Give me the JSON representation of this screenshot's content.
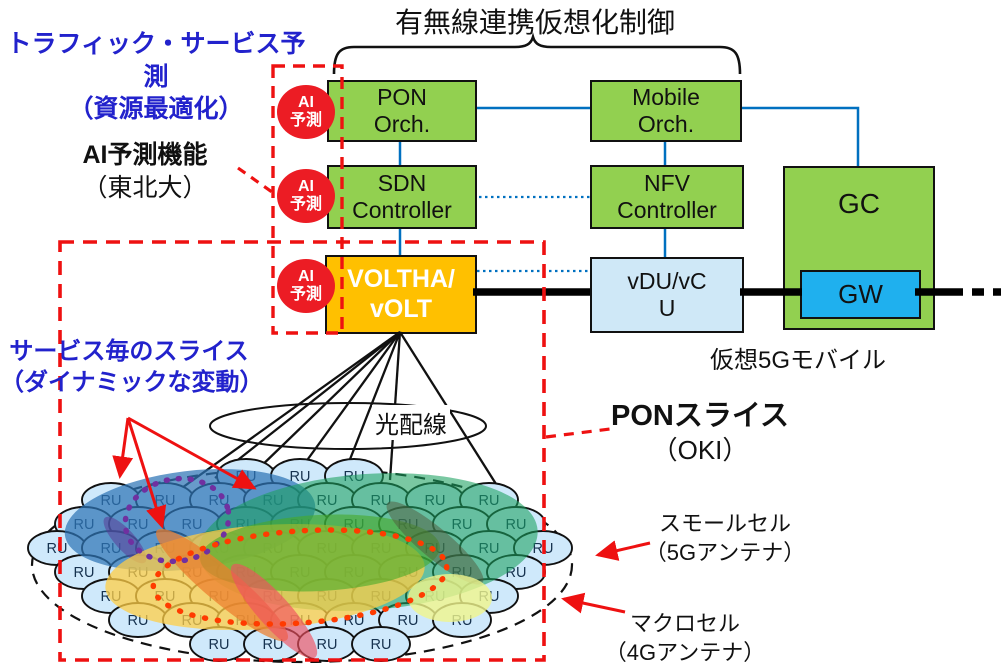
{
  "title": "有無線連携仮想化制御",
  "labels": {
    "traffic": {
      "line1": "トラフィック・サービス予測",
      "line2": "（資源最適化）"
    },
    "ai_function": {
      "line1": "AI予測機能",
      "line2": "（東北大）"
    },
    "service_slice": {
      "line1": "サービス毎のスライス",
      "line2": "（ダイナミックな変動）"
    },
    "pon_slice": {
      "line1": "PONスライス",
      "line2": "（OKI）"
    },
    "small_cell": {
      "line1": "スモールセル",
      "line2": "（5Gアンテナ）"
    },
    "macro_cell": {
      "line1": "マクロセル",
      "line2": "（4Gアンテナ）"
    },
    "optical_wiring": "光配線",
    "virtual_5g_mobile": "仮想5Gモバイル"
  },
  "nodes": {
    "pon_orch": {
      "line1": "PON",
      "line2": "Orch."
    },
    "mobile_orch": {
      "line1": "Mobile",
      "line2": "Orch."
    },
    "sdn_controller": {
      "line1": "SDN",
      "line2": "Controller"
    },
    "nfv_controller": {
      "line1": "NFV",
      "line2": "Controller"
    },
    "voltha": {
      "line1": "VOLTHA/",
      "line2": "vOLT"
    },
    "vdu_vcu": {
      "line1": "vDU/vC",
      "line2": "U"
    },
    "gc": "GC",
    "gw": "GW"
  },
  "ai_badge": {
    "line1": "AI",
    "line2": "予測"
  },
  "ru_label": "RU",
  "colors": {
    "node_green": "#92d050",
    "node_orange": "#ffc000",
    "node_lightblue": "#cfe8f7",
    "node_gw_blue": "#1fb0ee",
    "connector_blue": "#0070c0",
    "annotation_red": "#ee1111",
    "badge_red": "#ec1c24",
    "text_blue": "#2222cc",
    "slice_blue": "#2e74b5",
    "slice_green": "#19a05f",
    "slice_bright_green": "#46aa28",
    "slice_yellow": "#ffcd46",
    "slice_orange_band": "#eb7d2d",
    "slice_red_band": "#f05060",
    "dotted_purple": "#7030a0",
    "dotted_orange": "#ff3b00",
    "ru_fill": "#cfe9fb"
  }
}
